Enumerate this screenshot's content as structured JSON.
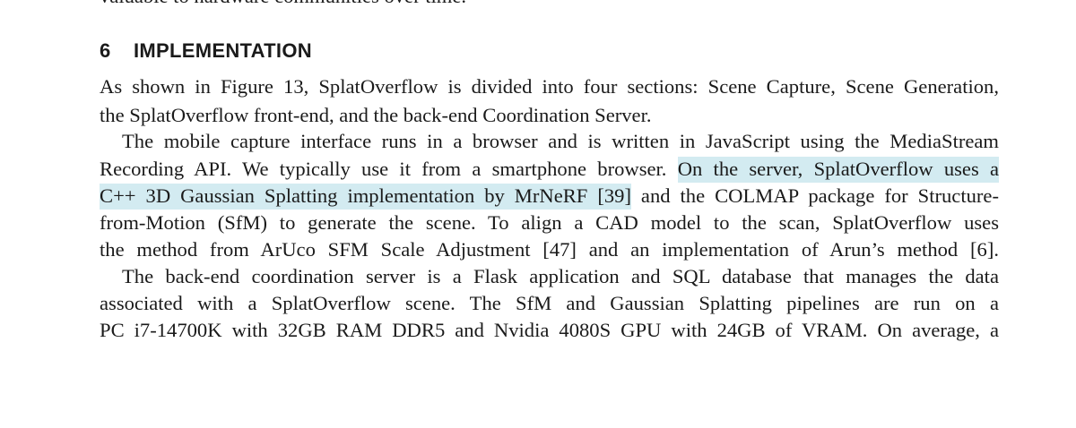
{
  "clipped_top_line": "valuable to hardware communities over time.",
  "section": {
    "number": "6",
    "title": "IMPLEMENTATION"
  },
  "lines": {
    "l1": "As shown in Figure 13, SplatOverflow is divided into four sections: Scene Capture, Scene Generation,",
    "l2": "the SplatOverflow front-end, and the back-end Coordination Server.",
    "l3": "The mobile capture interface runs in a browser and is written in JavaScript using the MediaStream",
    "l4_before": "Recording API. We typically use it from a smartphone browser. ",
    "l4_highlight": "On the server, SplatOverflow uses a",
    "l5_highlight": "C++ 3D Gaussian Splatting implementation by MrNeRF [39]",
    "l5_after": " and the COLMAP package for Structure-",
    "l6": "from-Motion (SfM) to generate the scene. To align a CAD model to the scan, SplatOverflow uses",
    "l7": "the method from ArUco SFM Scale Adjustment [47] and an implementation of Arun’s method [6].",
    "l8": "The back-end coordination server is a Flask application and SQL database that manages the data",
    "l9": "associated with a SplatOverflow scene. The SfM and Gaussian Splatting pipelines are run on a",
    "l10": "PC i7-14700K with 32GB RAM DDR5 and Nvidia 4080S GPU with 24GB of VRAM. On average, a"
  },
  "colors": {
    "highlight": "#d3ebf1",
    "text": "#1a1a1a"
  }
}
